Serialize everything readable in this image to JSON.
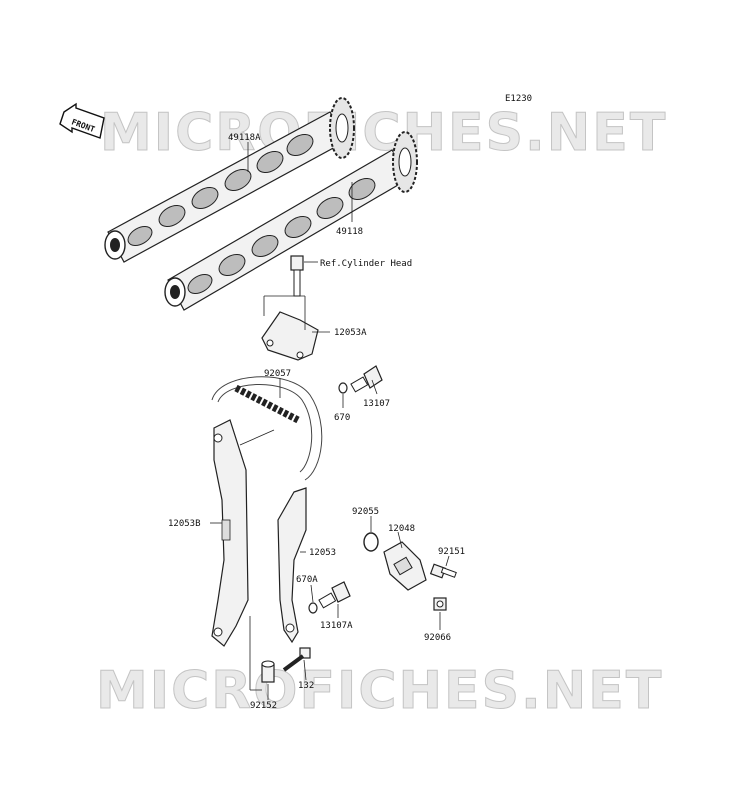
{
  "diagram_code": "E1230",
  "front_label": "FRONT",
  "watermark": "MICROFICHES.NET",
  "labels": {
    "p49118A": "49118A",
    "p49118": "49118",
    "ref_cylinder_head": "Ref.Cylinder Head",
    "p12053A": "12053A",
    "p92057": "92057",
    "p670": "670",
    "p13107": "13107",
    "p12053B": "12053B",
    "p12053": "12053",
    "p92055": "92055",
    "p12048": "12048",
    "p92151": "92151",
    "p670A": "670A",
    "p13107A": "13107A",
    "p92066": "92066",
    "p132": "132",
    "p92152": "92152"
  }
}
